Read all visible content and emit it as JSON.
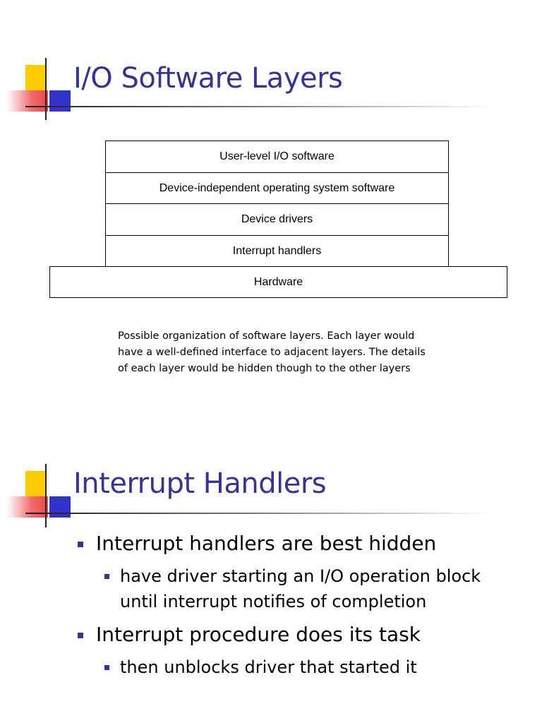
{
  "slides": [
    {
      "title": "I/O Software Layers",
      "layers": [
        "User-level I/O software",
        "Device-independent operating system software",
        "Device drivers",
        "Interrupt handlers",
        "Hardware"
      ],
      "caption": [
        "Possible organization of software layers. Each layer would",
        "have a well-defined interface to adjacent layers. The details",
        "of each layer would be hidden though to the other layers"
      ]
    },
    {
      "title": "Interrupt Handlers",
      "bullets": [
        {
          "text": "Interrupt handlers are best hidden",
          "sub": [
            [
              "have driver starting an I/O operation block",
              "until interrupt notifies of completion"
            ]
          ]
        },
        {
          "text": "Interrupt procedure does its task",
          "sub": [
            [
              "then unblocks driver that started it"
            ]
          ]
        }
      ]
    }
  ],
  "colors": {
    "title": "#333399",
    "bullet_marker": "#333399",
    "deco_yellow": "#ffcc00",
    "deco_red": "#e84a4a",
    "deco_blue": "#3333cc"
  }
}
